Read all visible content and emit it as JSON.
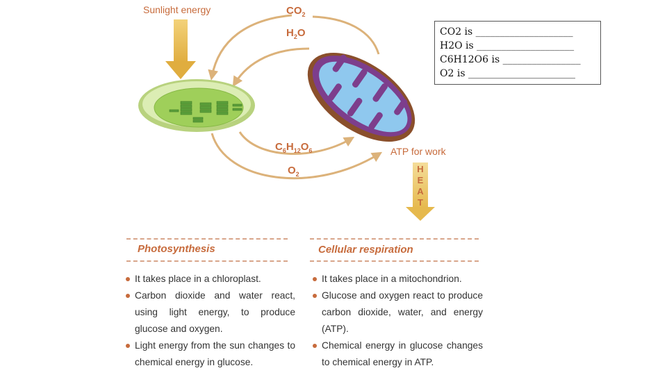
{
  "diagram": {
    "sunlight_label": "Sunlight energy",
    "co2_top": {
      "base": "CO",
      "sub": "2"
    },
    "h2o_top": {
      "base1": "H",
      "sub": "2",
      "base2": "O"
    },
    "glucose": {
      "p1": "C",
      "s1": "6",
      "p2": "H",
      "s2": "12",
      "p3": "O",
      "s3": "6"
    },
    "o2_bottom": {
      "base": "O",
      "sub": "2"
    },
    "atp_label": "ATP for work",
    "heat_letters": [
      "H",
      "E",
      "A",
      "T"
    ],
    "colors": {
      "arrow_tan": "#dcb27a",
      "label_orange": "#c76b3c",
      "chloroplast_green": "#9fcf5a",
      "mito_purple": "#7d3e8c",
      "mito_blue": "#8fc8ee",
      "sun_arrow": "#e6bd55"
    }
  },
  "fill_in_box": {
    "lines": [
      "CO2 is ____________________",
      "H2O is ____________________",
      "C6H12O6 is ________________",
      "O2 is ______________________"
    ]
  },
  "photosynthesis": {
    "title": "Photosynthesis",
    "bullets": [
      "It takes place in a chloroplast.",
      "Carbon dioxide and water react, using light energy, to produce glucose and oxygen.",
      "Light energy from the sun changes to chemical energy in glucose."
    ]
  },
  "respiration": {
    "title": "Cellular respiration",
    "bullets": [
      "It takes place in a mitochondrion.",
      "Glucose and oxygen react to produce carbon dioxide, water, and energy (ATP).",
      "Chemical energy in glucose changes to chemical energy in ATP."
    ]
  }
}
